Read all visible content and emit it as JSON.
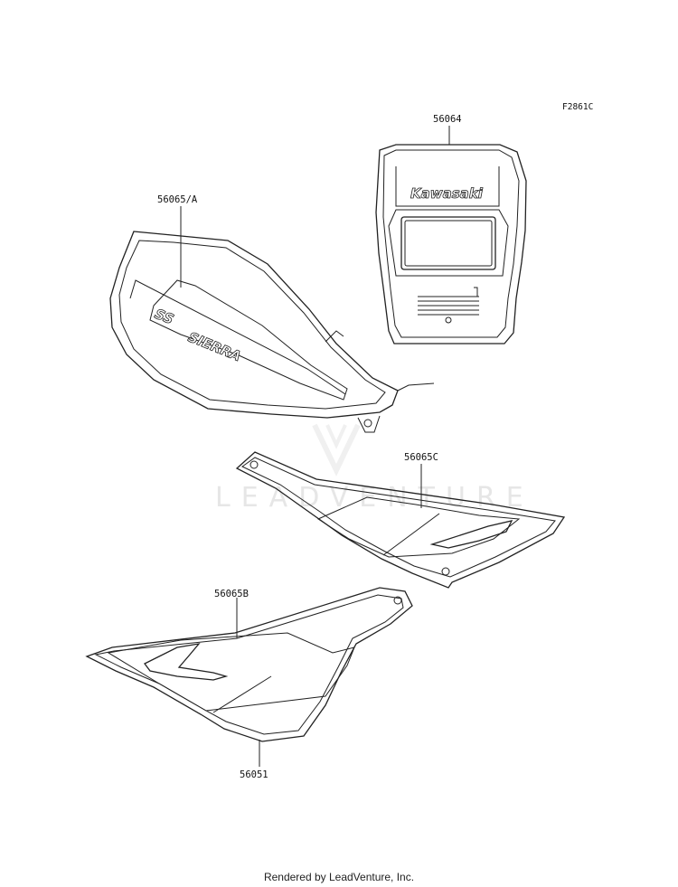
{
  "figure_code": "F2861C",
  "parts": [
    {
      "id": "head",
      "number": "56064"
    },
    {
      "id": "tank",
      "number": "56065/A"
    },
    {
      "id": "cover-right",
      "number": "56065C"
    },
    {
      "id": "cover-left",
      "number": "56065B"
    },
    {
      "id": "lower-emblem",
      "number": "56051"
    }
  ],
  "decal_text": {
    "kawasaki": "Kawasaki",
    "logo_letters": "SS",
    "logo_word": "SIERRA"
  },
  "watermark": "LEADVENTURE",
  "footer": "Rendered by LeadVenture, Inc."
}
